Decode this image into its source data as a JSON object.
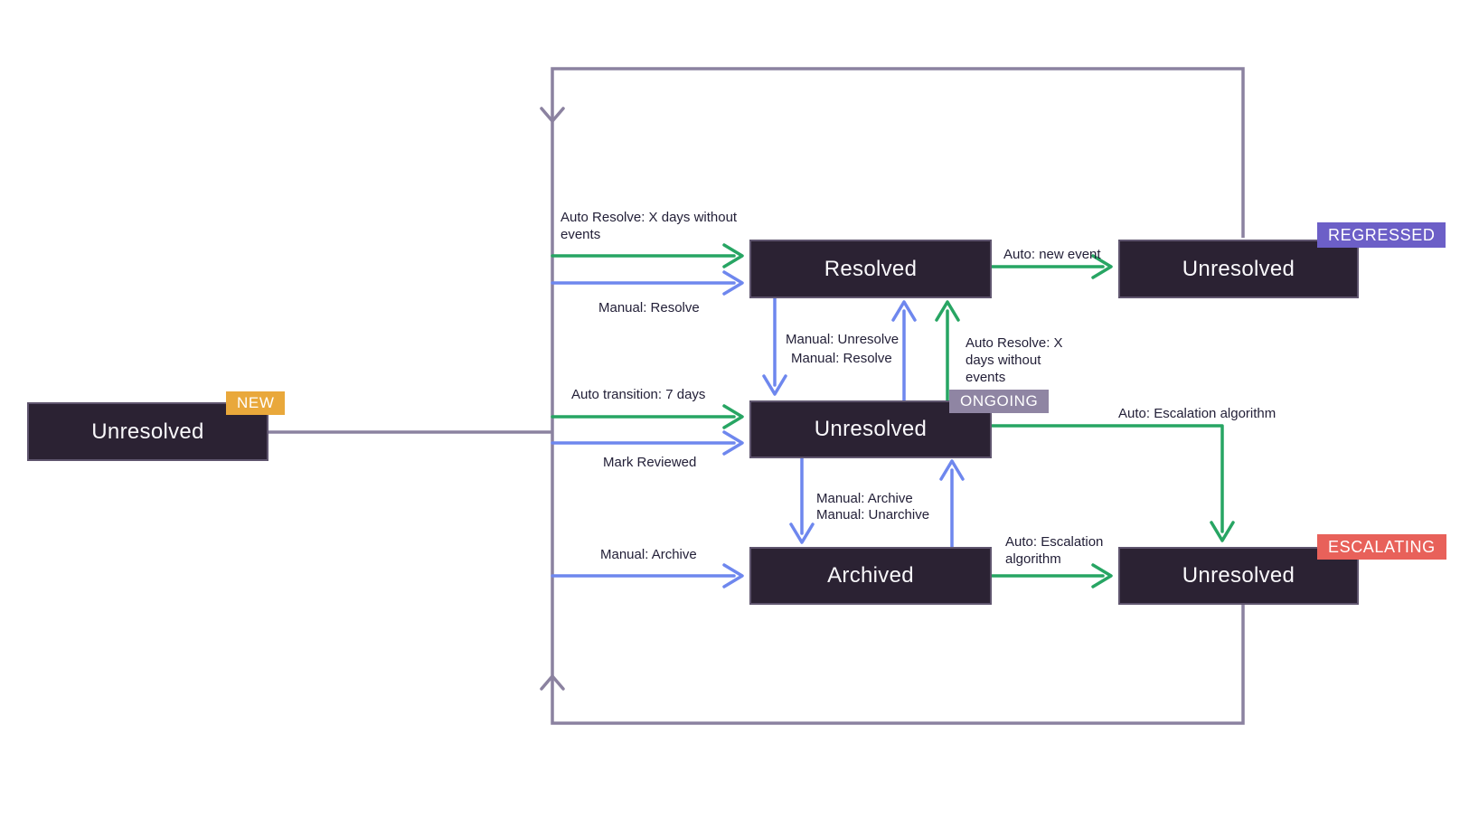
{
  "diagram": {
    "nodes": {
      "new_unresolved": {
        "label": "Unresolved",
        "badge": "NEW"
      },
      "resolved": {
        "label": "Resolved"
      },
      "regressed_unresolved": {
        "label": "Unresolved",
        "badge": "REGRESSED"
      },
      "ongoing_unresolved": {
        "label": "Unresolved",
        "badge": "ONGOING"
      },
      "archived": {
        "label": "Archived"
      },
      "escalating_unresolved": {
        "label": "Unresolved",
        "badge": "ESCALATING"
      }
    },
    "edge_labels": {
      "auto_resolve_to_resolved": "Auto Resolve: X days without events",
      "manual_resolve_to_resolved": "Manual: Resolve",
      "auto_new_event": "Auto: new event",
      "manual_unresolve": "Manual: Unresolve",
      "manual_resolve_between": "Manual: Resolve",
      "auto_resolve_from_ongoing": "Auto Resolve: X days without events",
      "auto_transition_7_days": "Auto transition: 7 days",
      "mark_reviewed": "Mark Reviewed",
      "manual_archive_between": "Manual: Archive",
      "manual_unarchive_between": "Manual: Unarchive",
      "manual_archive_left": "Manual: Archive",
      "auto_escalation_ongoing": "Auto: Escalation algorithm",
      "auto_escalation_archived": "Auto: Escalation algorithm"
    },
    "colors": {
      "auto_edge_green": "#27A563",
      "manual_edge_blue": "#6E87EE",
      "loop_edge_purple": "#8B82A0",
      "node_fill": "#2B2233",
      "node_text": "#F9F8FB",
      "label_text": "#232038",
      "badge_new": "#E9A83B",
      "badge_regressed": "#6C5FC7",
      "badge_ongoing": "#8F85A3",
      "badge_escalating": "#E8615A",
      "background": "#FFFFFF"
    }
  }
}
